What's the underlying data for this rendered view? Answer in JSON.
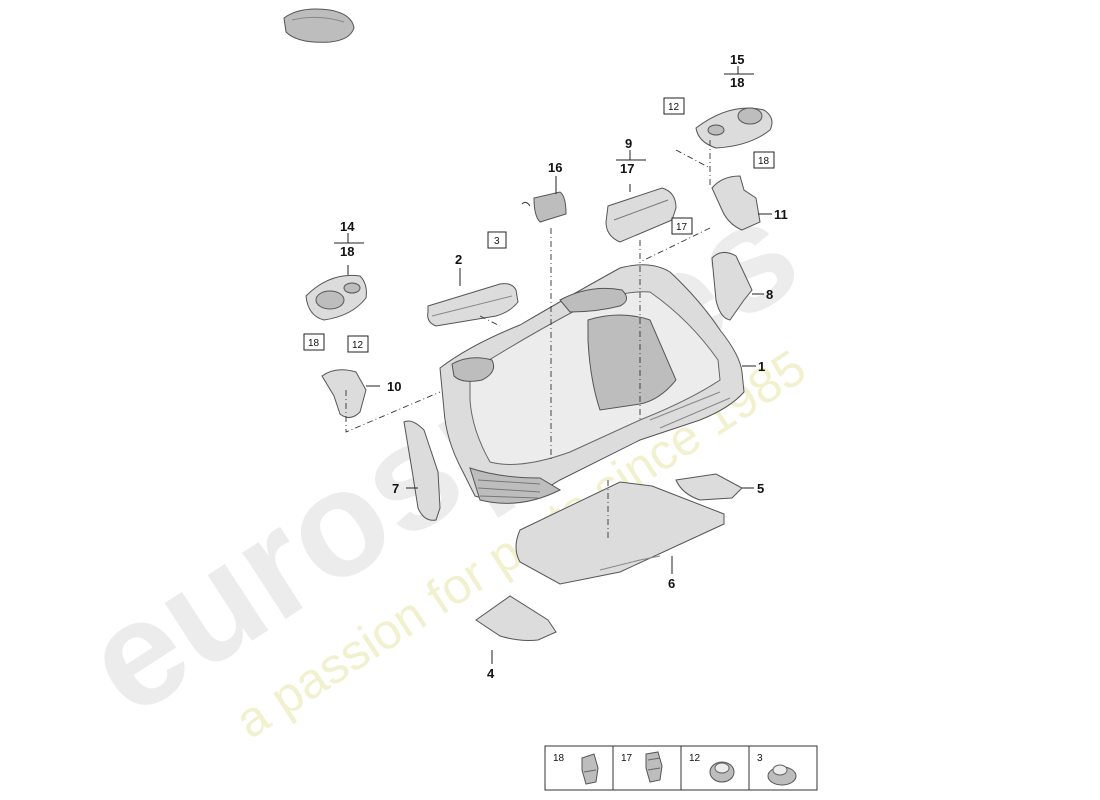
{
  "watermark": {
    "brand": "eurospares",
    "tagline": "a passion for parts since 1985"
  },
  "callouts": {
    "p1": "1",
    "p2": "2",
    "p4": "4",
    "p5": "5",
    "p6": "6",
    "p7": "7",
    "p8": "8",
    "p9": "9",
    "p10": "10",
    "p11": "11",
    "p14": "14",
    "p15": "15",
    "p16": "16",
    "p17_under_9": "17",
    "p18_under_14": "18",
    "p18_under_15": "18"
  },
  "boxed_refs": {
    "box_3": "3",
    "box_12_left": "12",
    "box_12_right": "12",
    "box_17": "17",
    "box_18_left": "18",
    "box_18_right": "18"
  },
  "legend": [
    {
      "number": "18",
      "icon": "clip-18-icon"
    },
    {
      "number": "17",
      "icon": "clip-17-icon"
    },
    {
      "number": "12",
      "icon": "nut-12-icon"
    },
    {
      "number": "3",
      "icon": "grommet-3-icon"
    }
  ]
}
